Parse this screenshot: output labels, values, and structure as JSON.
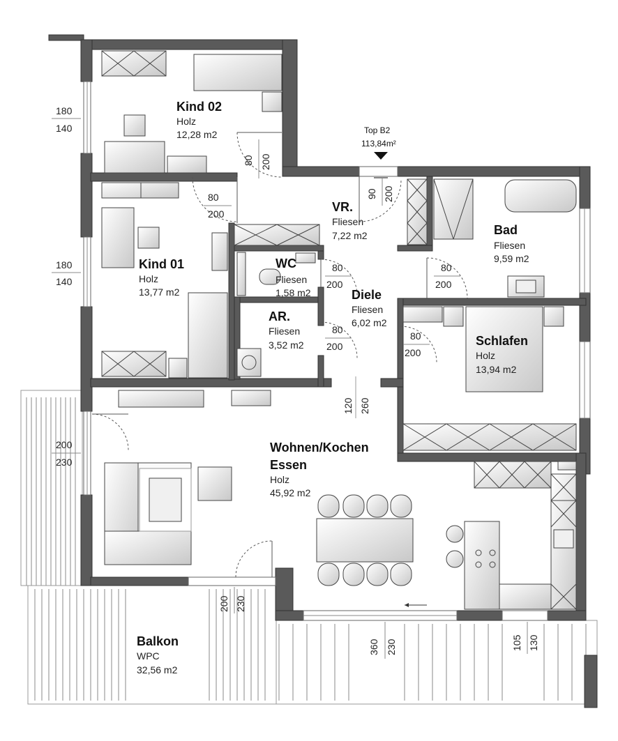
{
  "plan": {
    "unit_label": "Top B2",
    "unit_area": "113,84m²"
  },
  "rooms": {
    "kind02": {
      "name": "Kind 02",
      "floor": "Holz",
      "area": "12,28 m2"
    },
    "kind01": {
      "name": "Kind 01",
      "floor": "Holz",
      "area": "13,77 m2"
    },
    "vr": {
      "name": "VR.",
      "floor": "Fliesen",
      "area": "7,22 m2"
    },
    "bad": {
      "name": "Bad",
      "floor": "Fliesen",
      "area": "9,59 m2"
    },
    "wc": {
      "name": "WC",
      "floor": "Fliesen",
      "area": "1,58 m2"
    },
    "diele": {
      "name": "Diele",
      "floor": "Fliesen",
      "area": "6,02 m2"
    },
    "ar": {
      "name": "AR.",
      "floor": "Fliesen",
      "area": "3,52 m2"
    },
    "schlafen": {
      "name": "Schlafen",
      "floor": "Holz",
      "area": "13,94 m2"
    },
    "wohnen": {
      "name_line1": "Wohnen/Kochen",
      "name_line2": "Essen",
      "floor": "Holz",
      "area": "45,92 m2"
    },
    "balkon": {
      "name": "Balkon",
      "floor": "WPC",
      "area": "32,56 m2"
    }
  },
  "dimensions": {
    "win_kind02_w": "180",
    "win_kind02_h": "140",
    "win_kind01_w": "180",
    "win_kind01_h": "140",
    "win_living_w": "200",
    "win_living_h": "230",
    "door_kind02_w": "80",
    "door_kind02_h": "200",
    "door_kind01_w": "80",
    "door_kind01_h": "200",
    "door_entry_w": "90",
    "door_entry_h": "200",
    "door_bad_w": "80",
    "door_bad_h": "200",
    "door_wc_w": "80",
    "door_wc_h": "200",
    "door_ar_w": "80",
    "door_ar_h": "200",
    "door_schlafen_w": "80",
    "door_schlafen_h": "200",
    "opening_diele_w": "120",
    "opening_diele_h": "260",
    "balcony_door_w": "200",
    "balcony_door_h": "230",
    "window_south_w": "360",
    "window_south_h": "230",
    "window_kitchen_w": "105",
    "window_kitchen_h": "130"
  }
}
